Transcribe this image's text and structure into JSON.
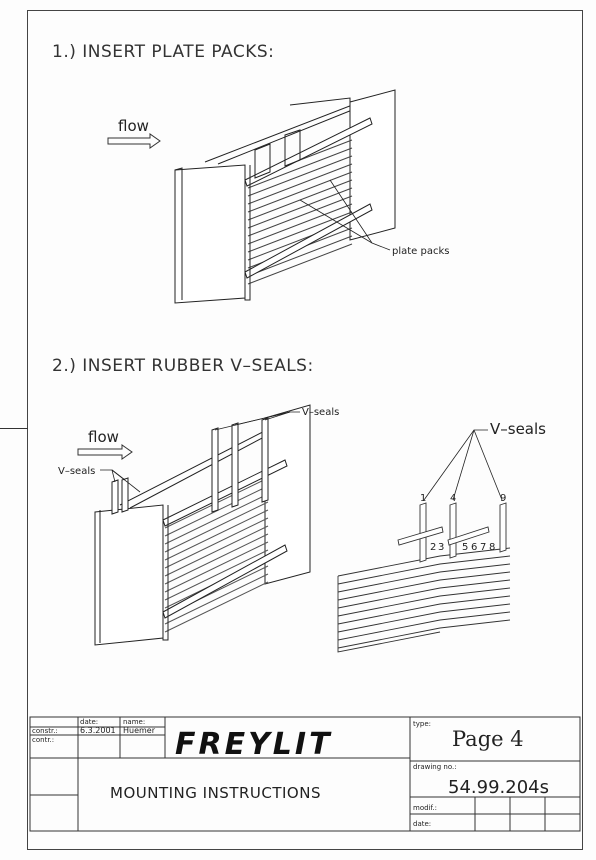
{
  "steps": {
    "step1": "1.) INSERT PLATE PACKS:",
    "step2": "2.) INSERT RUBBER V–SEALS:"
  },
  "labels": {
    "flow": "flow",
    "plate_packs": "plate packs",
    "v_seals": "V–seals",
    "v_seals_large": "V–seals"
  },
  "numbers": [
    "1",
    "4",
    "9",
    "2",
    "3",
    "5",
    "6",
    "7",
    "8"
  ],
  "title_block": {
    "date_label": "date:",
    "name_label": "name:",
    "constr_label": "constr.:",
    "contr_label": "contr.:",
    "date_value": "6.3.2001",
    "name_value": "Huemer",
    "logo": "FREYLIT",
    "type_label": "type:",
    "page": "Page 4",
    "drawing_no_label": "drawing no.:",
    "drawing_no": "54.99.204s",
    "modif_label": "modif.:",
    "date2_label": "date:",
    "title": "MOUNTING INSTRUCTIONS"
  }
}
